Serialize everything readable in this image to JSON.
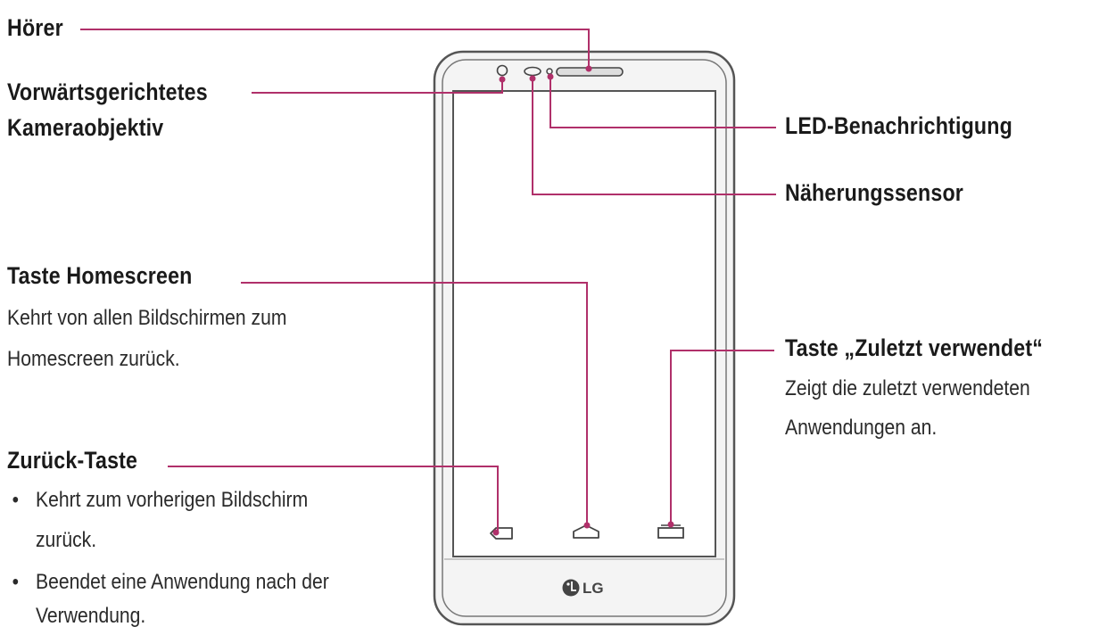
{
  "labels": {
    "earpiece": "Hörer",
    "front_camera_line1": "Vorwärtsgerichtetes",
    "front_camera_line2": "Kameraobjektiv",
    "led": "LED-Benachrichtigung",
    "proximity": "Näherungssensor",
    "home_title": "Taste Homescreen",
    "home_desc_line1": "Kehrt von allen Bildschirmen zum",
    "home_desc_line2": "Homescreen zurück.",
    "recent_title": "Taste „Zuletzt verwendet“",
    "recent_desc_line1": "Zeigt die zuletzt verwendeten",
    "recent_desc_line2": "Anwendungen an.",
    "back_title": "Zurück-Taste",
    "back_bullet1_line1": "Kehrt zum vorherigen Bildschirm",
    "back_bullet1_line2": "zurück.",
    "back_bullet2_line1": "Beendet eine Anwendung nach der",
    "back_bullet2_line2": "Verwendung."
  },
  "bullet_char": "•",
  "logo_text": "LG",
  "colors": {
    "leader_line": "#b0306a",
    "phone_outline": "#555555",
    "phone_fill": "#f4f4f4",
    "screen_fill": "#ffffff",
    "text": "#1a1a1a"
  },
  "icons": {
    "front_camera": "circle-icon",
    "proximity_sensor": "oval-icon",
    "led": "dot-icon",
    "earpiece": "speaker-grille-icon",
    "back": "back-arrow-icon",
    "home": "home-icon",
    "recent": "recent-apps-icon",
    "logo": "lg-logo-icon"
  }
}
